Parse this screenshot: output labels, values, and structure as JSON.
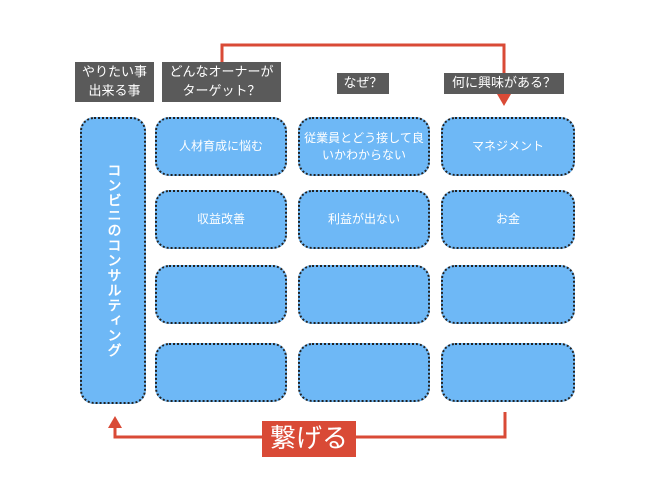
{
  "headers": {
    "want": "やりたい事\n出来る事",
    "target": "どんなオーナーが\nターゲット？",
    "why": "なぜ？",
    "interest": "何に興味がある？"
  },
  "main_box": "コンビニのコンサルティング",
  "cells": {
    "r1c1": "人材育成に悩む",
    "r1c2": "従業員とどう接して良\nいかわからない",
    "r1c3": "マネジメント",
    "r2c1": "収益改善",
    "r2c2": "利益が出ない",
    "r2c3": "お金",
    "r3c1": "",
    "r3c2": "",
    "r3c3": "",
    "r4c1": "",
    "r4c2": "",
    "r4c3": ""
  },
  "connect_label": "繋げる",
  "colors": {
    "box_fill": "#6eb8f6",
    "label_bg": "#5a5a5a",
    "arrow": "#d94a36"
  }
}
